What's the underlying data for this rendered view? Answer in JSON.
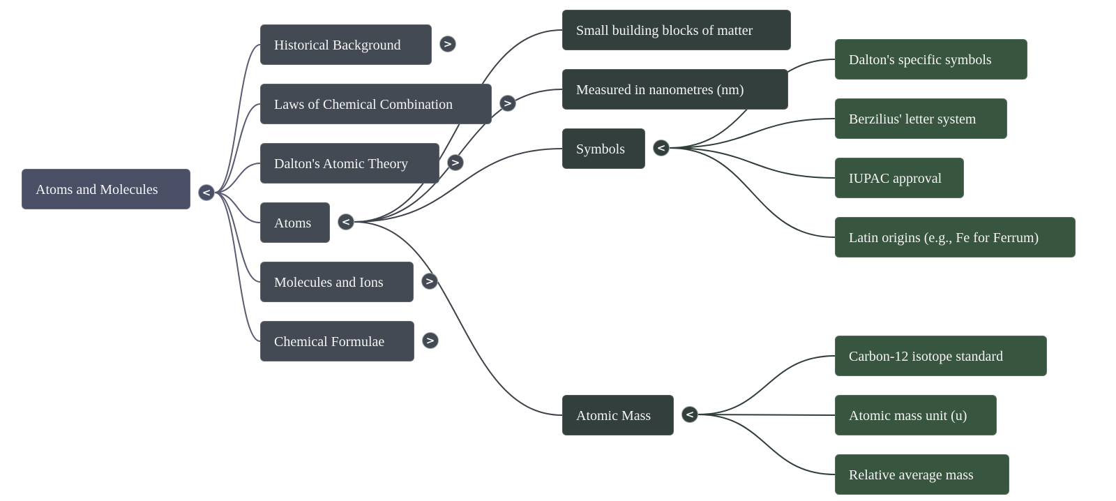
{
  "mindmap": {
    "root": {
      "label": "Atoms and Molecules",
      "toggle": "<",
      "toggle_icon": "collapse-chevron-left"
    },
    "topics": [
      {
        "label": "Historical Background",
        "toggle": ">",
        "state": "collapsed"
      },
      {
        "label": "Laws of Chemical Combination",
        "toggle": ">",
        "state": "collapsed"
      },
      {
        "label": "Dalton's Atomic Theory",
        "toggle": ">",
        "state": "collapsed"
      },
      {
        "label": "Atoms",
        "toggle": "<",
        "state": "expanded"
      },
      {
        "label": "Molecules and Ions",
        "toggle": ">",
        "state": "collapsed"
      },
      {
        "label": "Chemical Formulae",
        "toggle": ">",
        "state": "collapsed"
      }
    ],
    "atoms_children": [
      {
        "label": "Small building blocks of matter"
      },
      {
        "label": "Measured in nanometres (nm)"
      },
      {
        "label": "Symbols",
        "toggle": "<",
        "state": "expanded"
      },
      {
        "label": "Atomic Mass",
        "toggle": "<",
        "state": "expanded"
      }
    ],
    "symbols_children": [
      {
        "label": "Dalton's specific symbols"
      },
      {
        "label": "Berzilius' letter system"
      },
      {
        "label": "IUPAC approval"
      },
      {
        "label": "Latin origins (e.g., Fe for Ferrum)"
      }
    ],
    "atomic_mass_children": [
      {
        "label": "Carbon-12 isotope standard"
      },
      {
        "label": "Atomic mass unit (u)"
      },
      {
        "label": "Relative average mass"
      }
    ]
  },
  "colors": {
    "root": "#4b4f66",
    "level1": "#444a53",
    "level2": "#323f3d",
    "level3": "#385540",
    "edge_root": "#595c72",
    "edge_level1": "#3e434b",
    "edge_level2": "#2f3e39"
  }
}
